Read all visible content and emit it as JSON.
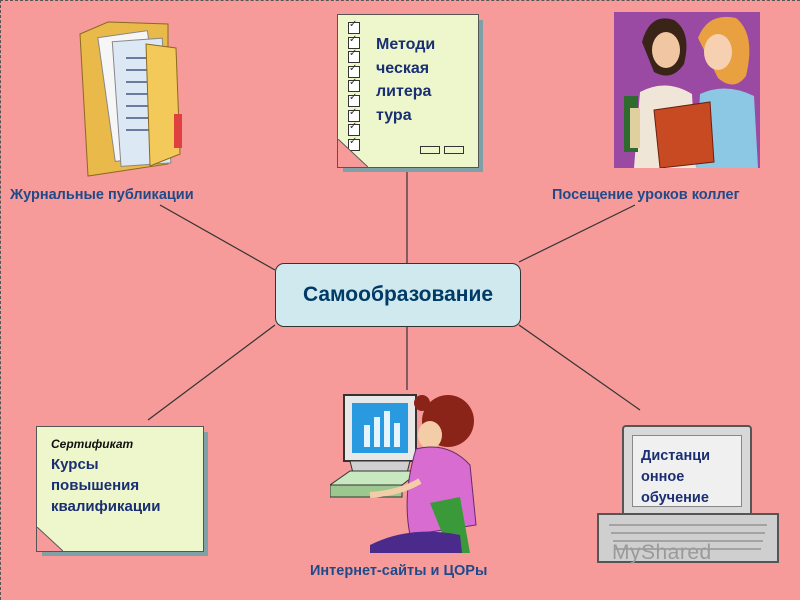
{
  "center": {
    "label": "Самообразование"
  },
  "nodes": {
    "journal": {
      "label": "Журнальные публикации",
      "icon": "folder-icon"
    },
    "methodical": {
      "lines": [
        "Методи",
        "ческая",
        "литера",
        "тура"
      ],
      "icon": "document-checklist-icon"
    },
    "lessons": {
      "label": "Посещение уроков коллег",
      "icon": "teachers-reading-icon"
    },
    "courses": {
      "header": "Сертификат",
      "lines": [
        "Курсы",
        "повышения",
        "квалификации"
      ],
      "icon": "certificate-note-icon"
    },
    "internet": {
      "label": "Интернет-сайты и ЦОРы",
      "icon": "computer-user-icon"
    },
    "distance": {
      "lines": [
        "Дистанци",
        "онное",
        "обучение"
      ],
      "icon": "laptop-icon"
    }
  },
  "watermark": {
    "text": "MyShared"
  },
  "colors": {
    "background": "#f69a9a",
    "center_fill": "#cfe9ee",
    "note_fill": "#eef7cc",
    "text_blue": "#1f4a8a"
  }
}
